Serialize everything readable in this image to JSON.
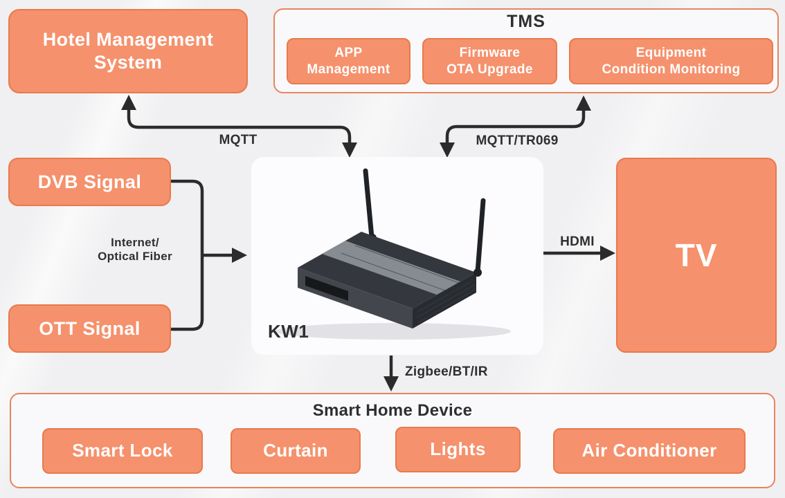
{
  "palette": {
    "bg": "#f0f0f2",
    "box-fill": "#f5916c",
    "box-border": "#e87a4d",
    "container-fill": "#f9f9fb",
    "container-border": "#e8845c",
    "panel-fill": "#fcfcfe",
    "text-dark": "#2e2f31",
    "text-light": "#ffffff",
    "arrow": "#2b2b2b"
  },
  "hms": {
    "lines": [
      "Hotel Management",
      "System"
    ]
  },
  "tms": {
    "title": "TMS",
    "items": [
      {
        "lines": [
          "APP",
          "Management"
        ]
      },
      {
        "lines": [
          "Firmware",
          "OTA Upgrade"
        ]
      },
      {
        "lines": [
          "Equipment",
          "Condition Monitoring"
        ]
      }
    ]
  },
  "sources": {
    "dvb": "DVB Signal",
    "ott": "OTT Signal"
  },
  "device": {
    "name": "KW1"
  },
  "tv": {
    "label": "TV"
  },
  "smart_home": {
    "title": "Smart Home Device",
    "items": [
      "Smart Lock",
      "Curtain",
      "Lights",
      "Air Conditioner"
    ]
  },
  "links": {
    "mqtt": "MQTT",
    "mqtt_tr069": "MQTT/TR069",
    "internet_lines": [
      "Internet/",
      "Optical Fiber"
    ],
    "hdmi": "HDMI",
    "zigbee": "Zigbee/BT/IR"
  }
}
